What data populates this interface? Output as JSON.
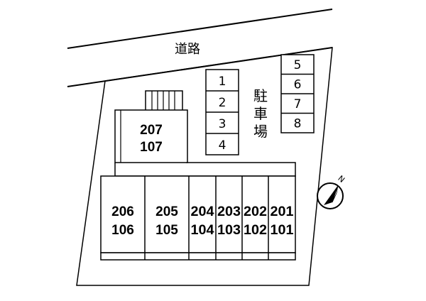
{
  "road": {
    "label": "道路"
  },
  "parking": {
    "label_chars": [
      "駐",
      "車",
      "場"
    ],
    "left_column": [
      "1",
      "2",
      "3",
      "4"
    ],
    "right_column": [
      "5",
      "6",
      "7",
      "8"
    ]
  },
  "building_top": {
    "upper": "207",
    "lower": "107"
  },
  "building_row": [
    {
      "upper": "206",
      "lower": "106"
    },
    {
      "upper": "205",
      "lower": "105"
    },
    {
      "upper": "204",
      "lower": "104"
    },
    {
      "upper": "203",
      "lower": "103"
    },
    {
      "upper": "202",
      "lower": "102"
    },
    {
      "upper": "201",
      "lower": "101"
    }
  ],
  "compass": {
    "label": "N",
    "icon": "north-arrow-icon"
  }
}
